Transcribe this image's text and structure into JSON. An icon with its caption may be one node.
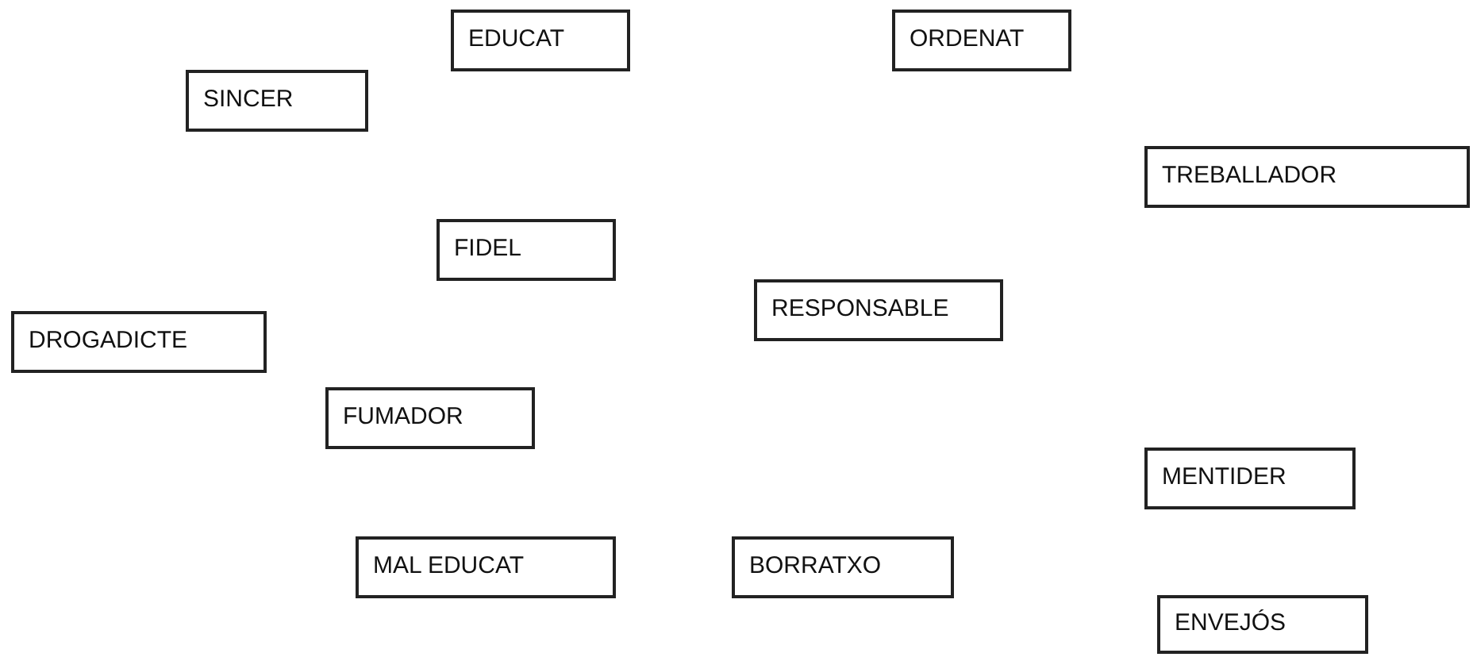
{
  "diagram": {
    "nodes": [
      {
        "text": [
          "EDUCAT"
        ]
      },
      {
        "text": [
          "ORDENAT"
        ]
      },
      {
        "text": [
          "SINCER"
        ]
      },
      {
        "text": [
          "TREBALLADOR"
        ]
      },
      {
        "text": [
          "FIDEL"
        ]
      },
      {
        "text": [
          "RESPONSABLE"
        ]
      },
      {
        "text": [
          "DROGADICTE"
        ]
      },
      {
        "text": [
          "FUMADOR"
        ]
      },
      {
        "text": [
          "MENTIDER"
        ]
      },
      {
        "text": [
          "MAL EDUCAT"
        ]
      },
      {
        "text": [
          "BORRATXO"
        ]
      },
      {
        "text": [
          "ENVEJÓS"
        ]
      }
    ]
  }
}
